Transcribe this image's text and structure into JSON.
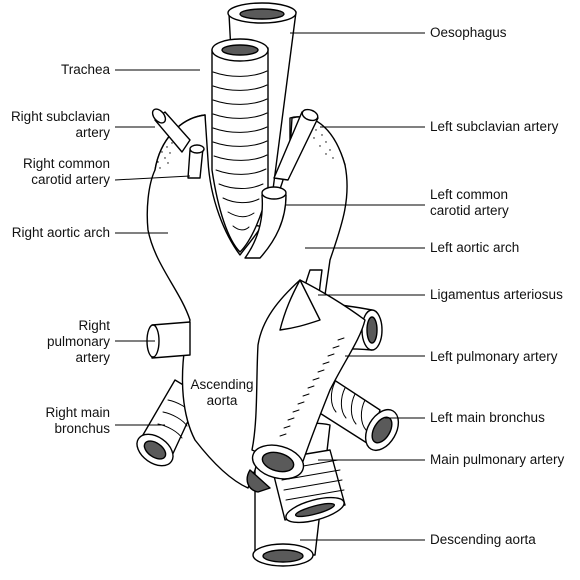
{
  "labels": {
    "oesophagus": "Oesophagus",
    "trachea": "Trachea",
    "right_subclavian": [
      "Right subclavian",
      "artery"
    ],
    "right_common_carotid": [
      "Right common",
      "carotid artery"
    ],
    "right_aortic_arch": "Right aortic arch",
    "right_pulmonary": [
      "Right",
      "pulmonary",
      "artery"
    ],
    "right_main_bronchus": [
      "Right main",
      "bronchus"
    ],
    "ascending_aorta": [
      "Ascending",
      "aorta"
    ],
    "left_subclavian": "Left subclavian artery",
    "left_common_carotid": [
      "Left common",
      "carotid artery"
    ],
    "left_aortic_arch": "Left aortic arch",
    "ligamentus": "Ligamentus arteriosus",
    "left_pulmonary": "Left pulmonary artery",
    "left_main_bronchus": "Left main bronchus",
    "main_pulmonary": "Main pulmonary artery",
    "descending_aorta": "Descending aorta"
  },
  "colors": {
    "line": "#000000",
    "lumen": "#5a5a5a",
    "fill": "#ffffff"
  }
}
